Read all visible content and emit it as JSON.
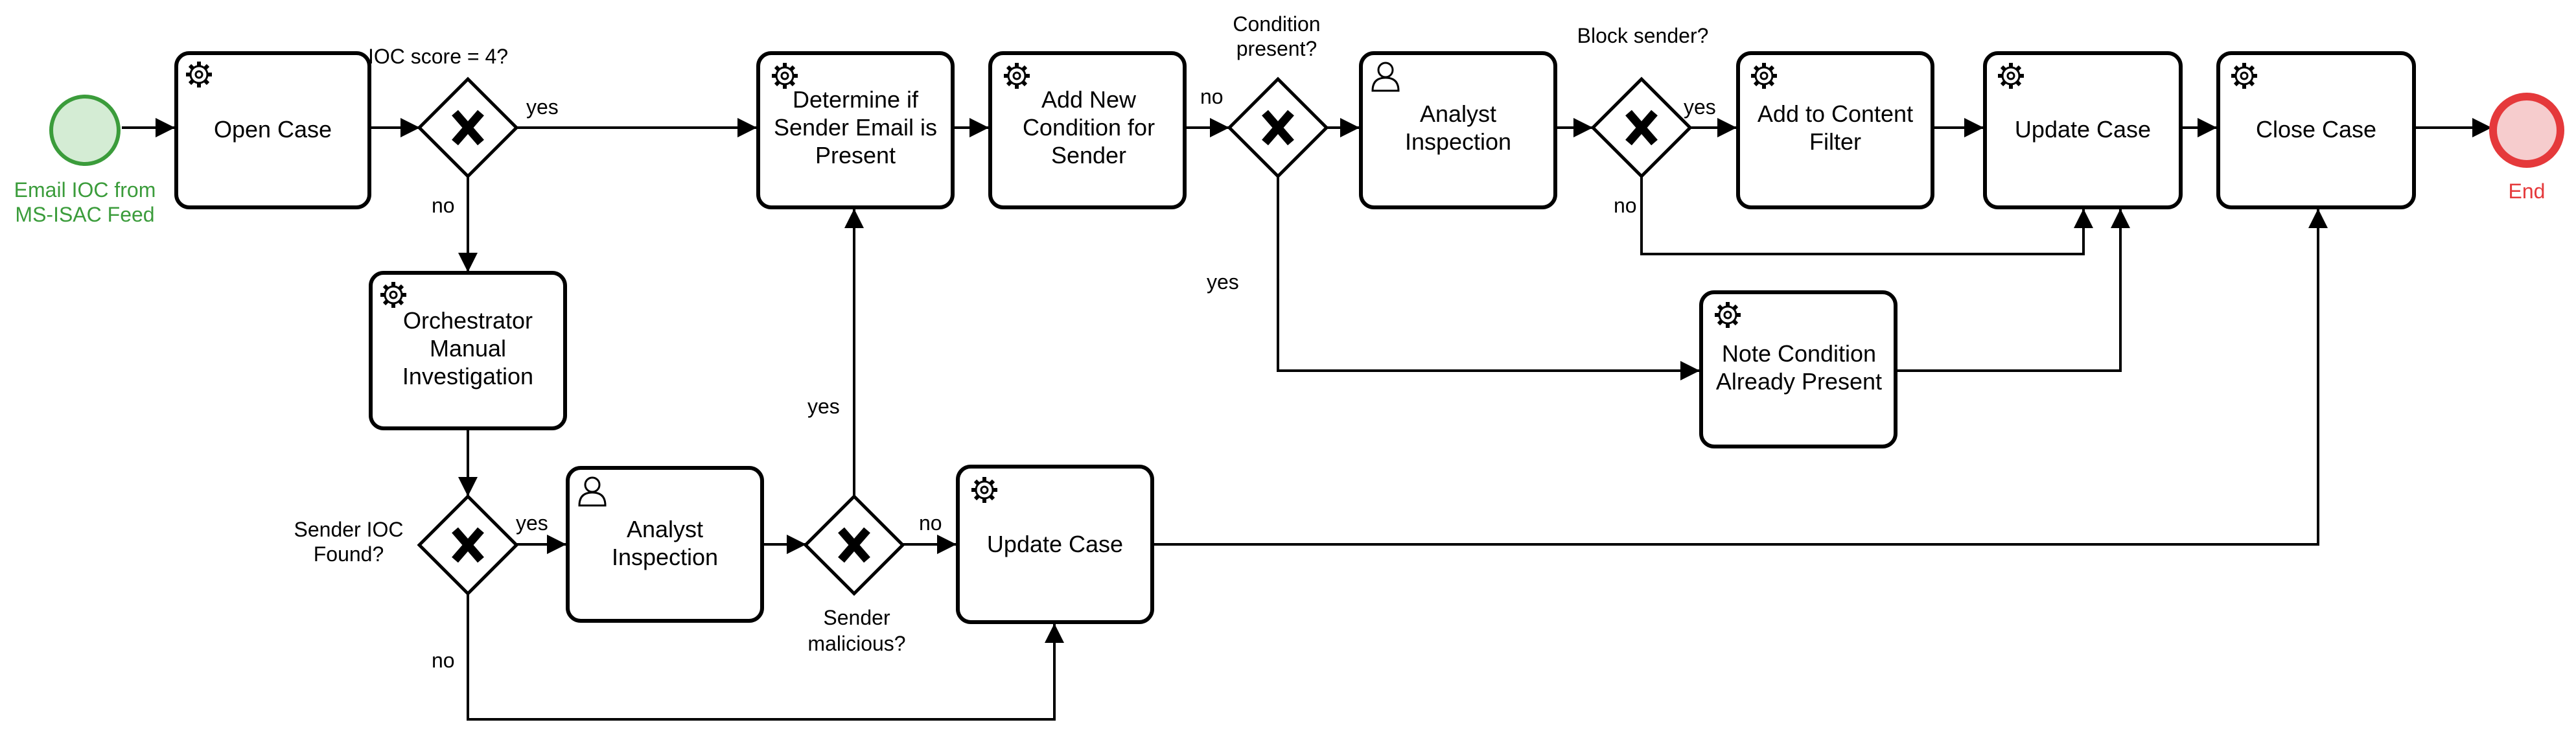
{
  "diagram": {
    "start_event": {
      "label_lines": [
        "Email IOC from",
        "MS-ISAC Feed"
      ],
      "color": "#3b9c3b",
      "fill": "#d4ecd4"
    },
    "end_event": {
      "label": "End",
      "color": "#e5393b",
      "fill": "#f6cccd"
    },
    "tasks": {
      "open_case": {
        "lines": [
          "Open Case"
        ],
        "icon": "gear-icon"
      },
      "orchestrator": {
        "lines": [
          "Orchestrator",
          "Manual",
          "Investigation"
        ],
        "icon": "gear-icon"
      },
      "analyst_1": {
        "lines": [
          "Analyst",
          "Inspection"
        ],
        "icon": "user-icon"
      },
      "update_case_1": {
        "lines": [
          "Update Case"
        ],
        "icon": "gear-icon"
      },
      "determine": {
        "lines": [
          "Determine if",
          "Sender Email is",
          "Present"
        ],
        "icon": "gear-icon"
      },
      "add_condition": {
        "lines": [
          "Add New",
          "Condition for",
          "Sender"
        ],
        "icon": "gear-icon"
      },
      "analyst_2": {
        "lines": [
          "Analyst",
          "Inspection"
        ],
        "icon": "user-icon"
      },
      "content_filter": {
        "lines": [
          "Add to Content",
          "Filter"
        ],
        "icon": "gear-icon"
      },
      "update_case_2": {
        "lines": [
          "Update Case"
        ],
        "icon": "gear-icon"
      },
      "note_condition": {
        "lines": [
          "Note Condition",
          "Already Present"
        ],
        "icon": "gear-icon"
      },
      "close_case": {
        "lines": [
          "Close Case"
        ],
        "icon": "gear-icon"
      }
    },
    "gateways": {
      "ioc_score": {
        "question_lines": [
          "IOC score = 4?"
        ]
      },
      "sender_ioc": {
        "question_lines": [
          "Sender IOC",
          "Found?"
        ]
      },
      "sender_malicious": {
        "question_lines": [
          "Sender",
          "malicious?"
        ]
      },
      "condition_present": {
        "question_lines": [
          "Condition",
          "present?"
        ]
      },
      "block_sender": {
        "question_lines": [
          "Block sender?"
        ]
      }
    },
    "flow_labels": {
      "ioc_yes": "yes",
      "ioc_no": "no",
      "sender_ioc_yes": "yes",
      "sender_ioc_no": "no",
      "malicious_yes": "yes",
      "malicious_no": "no",
      "condition_no": "no",
      "condition_yes": "yes",
      "block_yes": "yes",
      "block_no": "no"
    }
  }
}
